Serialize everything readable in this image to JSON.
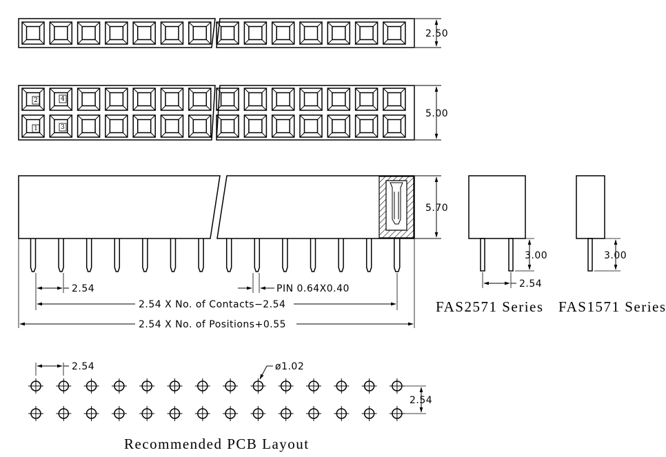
{
  "dimensions": {
    "single_row_height": "2.50",
    "double_row_height": "5.00",
    "body_height": "5.70",
    "pin_pitch": "2.54",
    "pin_size": "PIN  0.64X0.40",
    "contacts_formula": "2.54  X  No.  of  Contacts−2.54",
    "positions_formula": "2.54  X  No.  of  Positions+0.55",
    "fas2571_tail": "3.00",
    "fas2571_pitch": "2.54",
    "fas1571_tail": "3.00",
    "pcb_pitch_x": "2.54",
    "pcb_pitch_y": "2.54",
    "hole_diameter": "ø1.02"
  },
  "pin_numbers": [
    "1",
    "2",
    "3",
    "4"
  ],
  "captions": {
    "fas2571": "FAS2571 Series",
    "fas1571": "FAS1571 Series",
    "pcb": "Recommended PCB Layout"
  },
  "counts": {
    "cells_per_row": 14,
    "pcb_holes_per_row": 14
  },
  "colors": {
    "line": "#000000",
    "background": "#ffffff"
  }
}
